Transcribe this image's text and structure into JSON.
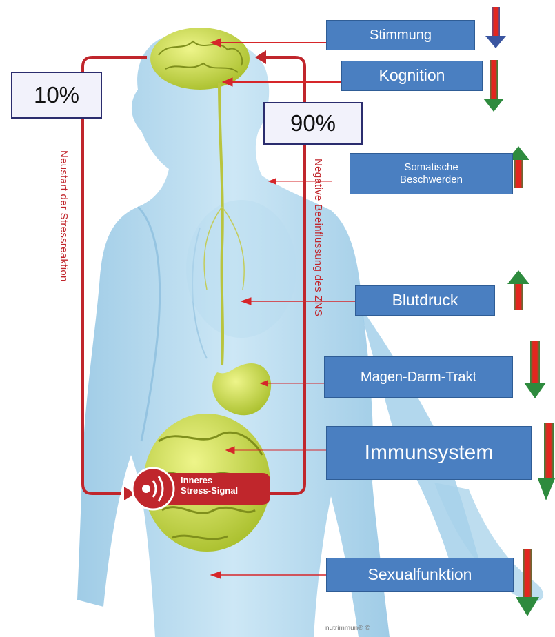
{
  "percent_left": "10%",
  "percent_right": "90%",
  "loop_left_label": "Neustart der Stressreaktion",
  "loop_right_label": "Negative Beeinflussung des ZNS",
  "signal_label_line1": "Inneres",
  "signal_label_line2": "Stress-Signal",
  "copyright": "nutrimmun® ©",
  "effects": [
    {
      "label": "Stimmung",
      "direction": "down"
    },
    {
      "label": "Kognition",
      "direction": "down"
    },
    {
      "label": "Somatische Beschwerden",
      "direction": "up"
    },
    {
      "label": "Blutdruck",
      "direction": "up"
    },
    {
      "label": "Magen-Darm-Trakt",
      "direction": "down"
    },
    {
      "label": "Immunsystem",
      "direction": "down"
    },
    {
      "label": "Sexualfunktion",
      "direction": "down"
    }
  ],
  "colors": {
    "loop": "#c0262c",
    "label_box": "#4a7fc1",
    "body": "#a9d4ec",
    "organs": "#c9dc4a",
    "arrow_green": "#2e8b3e"
  }
}
